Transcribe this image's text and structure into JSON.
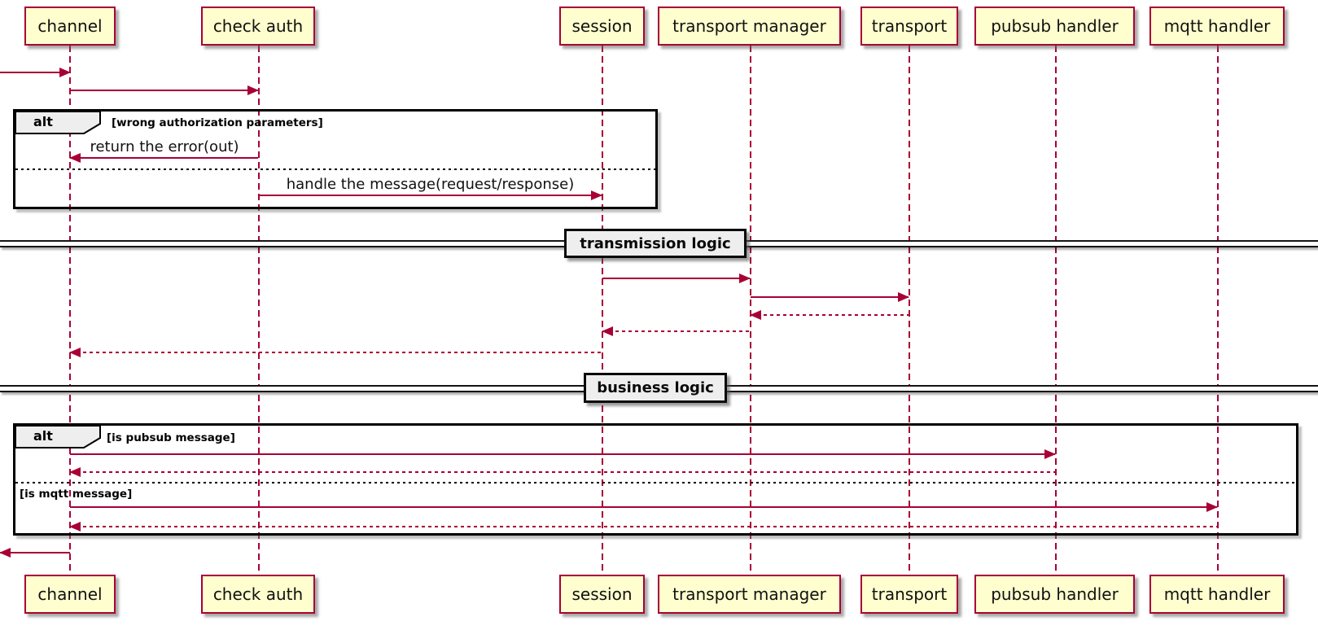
{
  "diagram": {
    "type": "uml-sequence-diagram",
    "participants": [
      {
        "label": "channel"
      },
      {
        "label": "check auth"
      },
      {
        "label": "session"
      },
      {
        "label": "transport manager"
      },
      {
        "label": "transport"
      },
      {
        "label": "pubsub handler"
      },
      {
        "label": "mqtt handler"
      }
    ],
    "fragments": [
      {
        "operator": "alt",
        "conditions": [
          "[wrong authorization parameters]"
        ]
      },
      {
        "operator": "alt",
        "conditions": [
          "[is pubsub message]",
          "[is mqtt message]"
        ]
      }
    ],
    "dividers": [
      {
        "label": "transmission logic"
      },
      {
        "label": "business logic"
      }
    ],
    "messages": [
      {
        "from": "outside",
        "to": "channel",
        "label": "",
        "style": "solid"
      },
      {
        "from": "channel",
        "to": "check auth",
        "label": "",
        "style": "solid"
      },
      {
        "from": "check auth",
        "to": "channel",
        "label": "return the error(out)",
        "style": "solid"
      },
      {
        "from": "check auth",
        "to": "session",
        "label": "handle the message(request/response)",
        "style": "solid"
      },
      {
        "from": "session",
        "to": "transport manager",
        "label": "",
        "style": "solid"
      },
      {
        "from": "transport manager",
        "to": "transport",
        "label": "",
        "style": "solid"
      },
      {
        "from": "transport",
        "to": "transport manager",
        "label": "",
        "style": "dotted"
      },
      {
        "from": "transport manager",
        "to": "session",
        "label": "",
        "style": "dotted"
      },
      {
        "from": "session",
        "to": "channel",
        "label": "",
        "style": "dotted"
      },
      {
        "from": "channel",
        "to": "pubsub handler",
        "label": "",
        "style": "solid"
      },
      {
        "from": "pubsub handler",
        "to": "channel",
        "label": "",
        "style": "dotted"
      },
      {
        "from": "channel",
        "to": "mqtt handler",
        "label": "",
        "style": "solid"
      },
      {
        "from": "mqtt handler",
        "to": "channel",
        "label": "",
        "style": "dotted"
      },
      {
        "from": "channel",
        "to": "outside",
        "label": "",
        "style": "solid"
      }
    ],
    "colors": {
      "participant_fill": "#FEFECE",
      "participant_border": "#A80036",
      "arrow": "#A80036",
      "lifeline": "#A80036",
      "frame_border": "#000000",
      "fragment_label_fill": "#EEEEEE",
      "background": "#FFFFFF"
    }
  }
}
